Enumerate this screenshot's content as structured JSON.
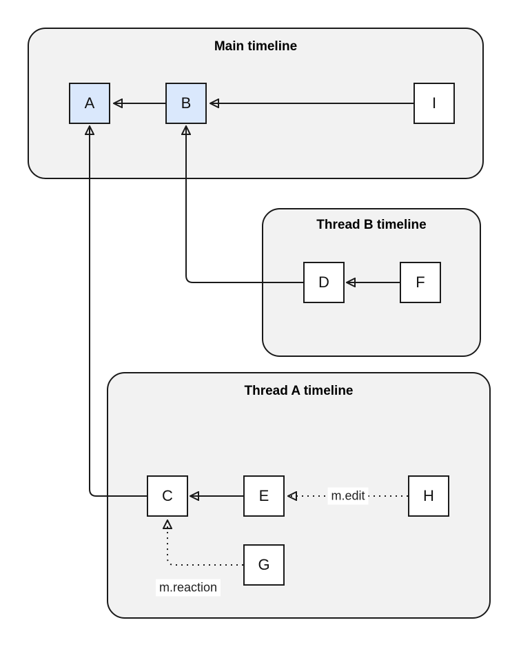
{
  "diagram": {
    "groups": [
      {
        "id": "main",
        "title": "Main timeline"
      },
      {
        "id": "thread-b",
        "title": "Thread B timeline"
      },
      {
        "id": "thread-a",
        "title": "Thread A timeline"
      }
    ],
    "nodes": [
      {
        "id": "A",
        "label": "A",
        "kind": "highlighted",
        "timeline": "Main timeline"
      },
      {
        "id": "B",
        "label": "B",
        "kind": "highlighted",
        "timeline": "Main timeline"
      },
      {
        "id": "I",
        "label": "I",
        "kind": "normal",
        "timeline": "Main timeline"
      },
      {
        "id": "D",
        "label": "D",
        "kind": "normal",
        "timeline": "Thread B timeline"
      },
      {
        "id": "F",
        "label": "F",
        "kind": "normal",
        "timeline": "Thread B timeline"
      },
      {
        "id": "C",
        "label": "C",
        "kind": "normal",
        "timeline": "Thread A timeline"
      },
      {
        "id": "E",
        "label": "E",
        "kind": "normal",
        "timeline": "Thread A timeline"
      },
      {
        "id": "H",
        "label": "H",
        "kind": "normal",
        "timeline": "Thread A timeline"
      },
      {
        "id": "G",
        "label": "G",
        "kind": "normal",
        "timeline": "Thread A timeline"
      }
    ],
    "edges": [
      {
        "from": "B",
        "to": "A",
        "style": "solid",
        "label": ""
      },
      {
        "from": "I",
        "to": "B",
        "style": "solid",
        "label": ""
      },
      {
        "from": "F",
        "to": "D",
        "style": "solid",
        "label": ""
      },
      {
        "from": "E",
        "to": "C",
        "style": "solid",
        "label": ""
      },
      {
        "from": "D",
        "to": "B",
        "style": "solid",
        "label": ""
      },
      {
        "from": "C",
        "to": "A",
        "style": "solid",
        "label": ""
      },
      {
        "from": "H",
        "to": "E",
        "style": "dotted",
        "label": "m.edit"
      },
      {
        "from": "G",
        "to": "C",
        "style": "dotted",
        "label": "m.reaction"
      }
    ],
    "colors": {
      "highlight_fill": "#dae8fc",
      "node_fill": "#ffffff",
      "group_fill": "#f2f2f2",
      "stroke": "#1a1a1a",
      "background": "#ffffff"
    }
  }
}
